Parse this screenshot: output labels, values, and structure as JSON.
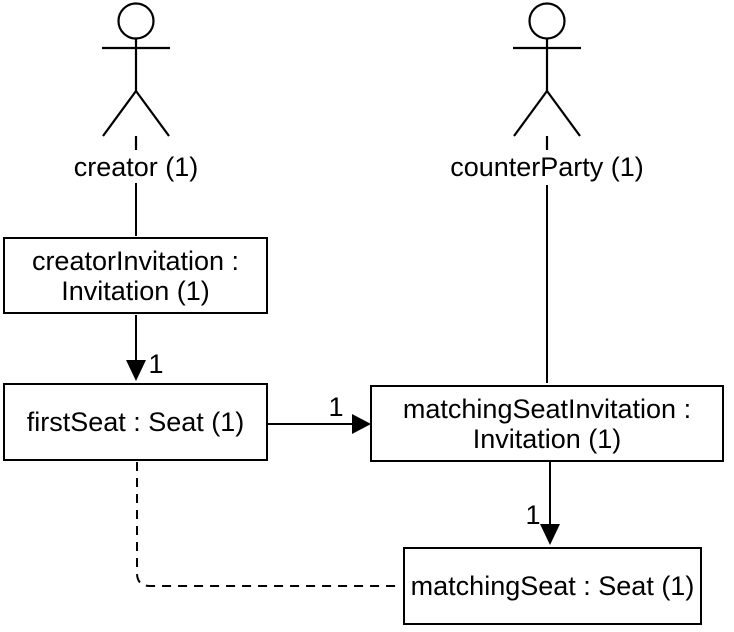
{
  "diagram": {
    "type": "object-instance-diagram",
    "colors": {
      "background": "#ffffff",
      "line": "#000000",
      "text": "#000000",
      "node_fill": "#ffffff",
      "node_border": "#000000"
    },
    "actors": [
      {
        "id": "creator",
        "label": "creator (1)"
      },
      {
        "id": "counterParty",
        "label": "counterParty (1)"
      }
    ],
    "nodes": [
      {
        "id": "creatorInvitation",
        "label": "creatorInvitation :\nInvitation (1)"
      },
      {
        "id": "firstSeat",
        "label": "firstSeat : Seat (1)"
      },
      {
        "id": "matchingSeatInvitation",
        "label": "matchingSeatInvitation :\nInvitation (1)"
      },
      {
        "id": "matchingSeat",
        "label": "matchingSeat : Seat (1)"
      }
    ],
    "edges": [
      {
        "from": "creatorInvitation",
        "to": "firstSeat",
        "label": "1",
        "style": "solid-arrow"
      },
      {
        "from": "firstSeat",
        "to": "matchingSeatInvitation",
        "label": "1",
        "style": "solid-arrow"
      },
      {
        "from": "matchingSeatInvitation",
        "to": "matchingSeat",
        "label": "1",
        "style": "solid-arrow"
      },
      {
        "from": "firstSeat",
        "to": "matchingSeat",
        "label": "",
        "style": "dashed"
      },
      {
        "from": "creator",
        "to": "creatorInvitation",
        "label": "",
        "style": "solid"
      },
      {
        "from": "counterParty",
        "to": "matchingSeatInvitation",
        "label": "",
        "style": "solid"
      }
    ]
  }
}
